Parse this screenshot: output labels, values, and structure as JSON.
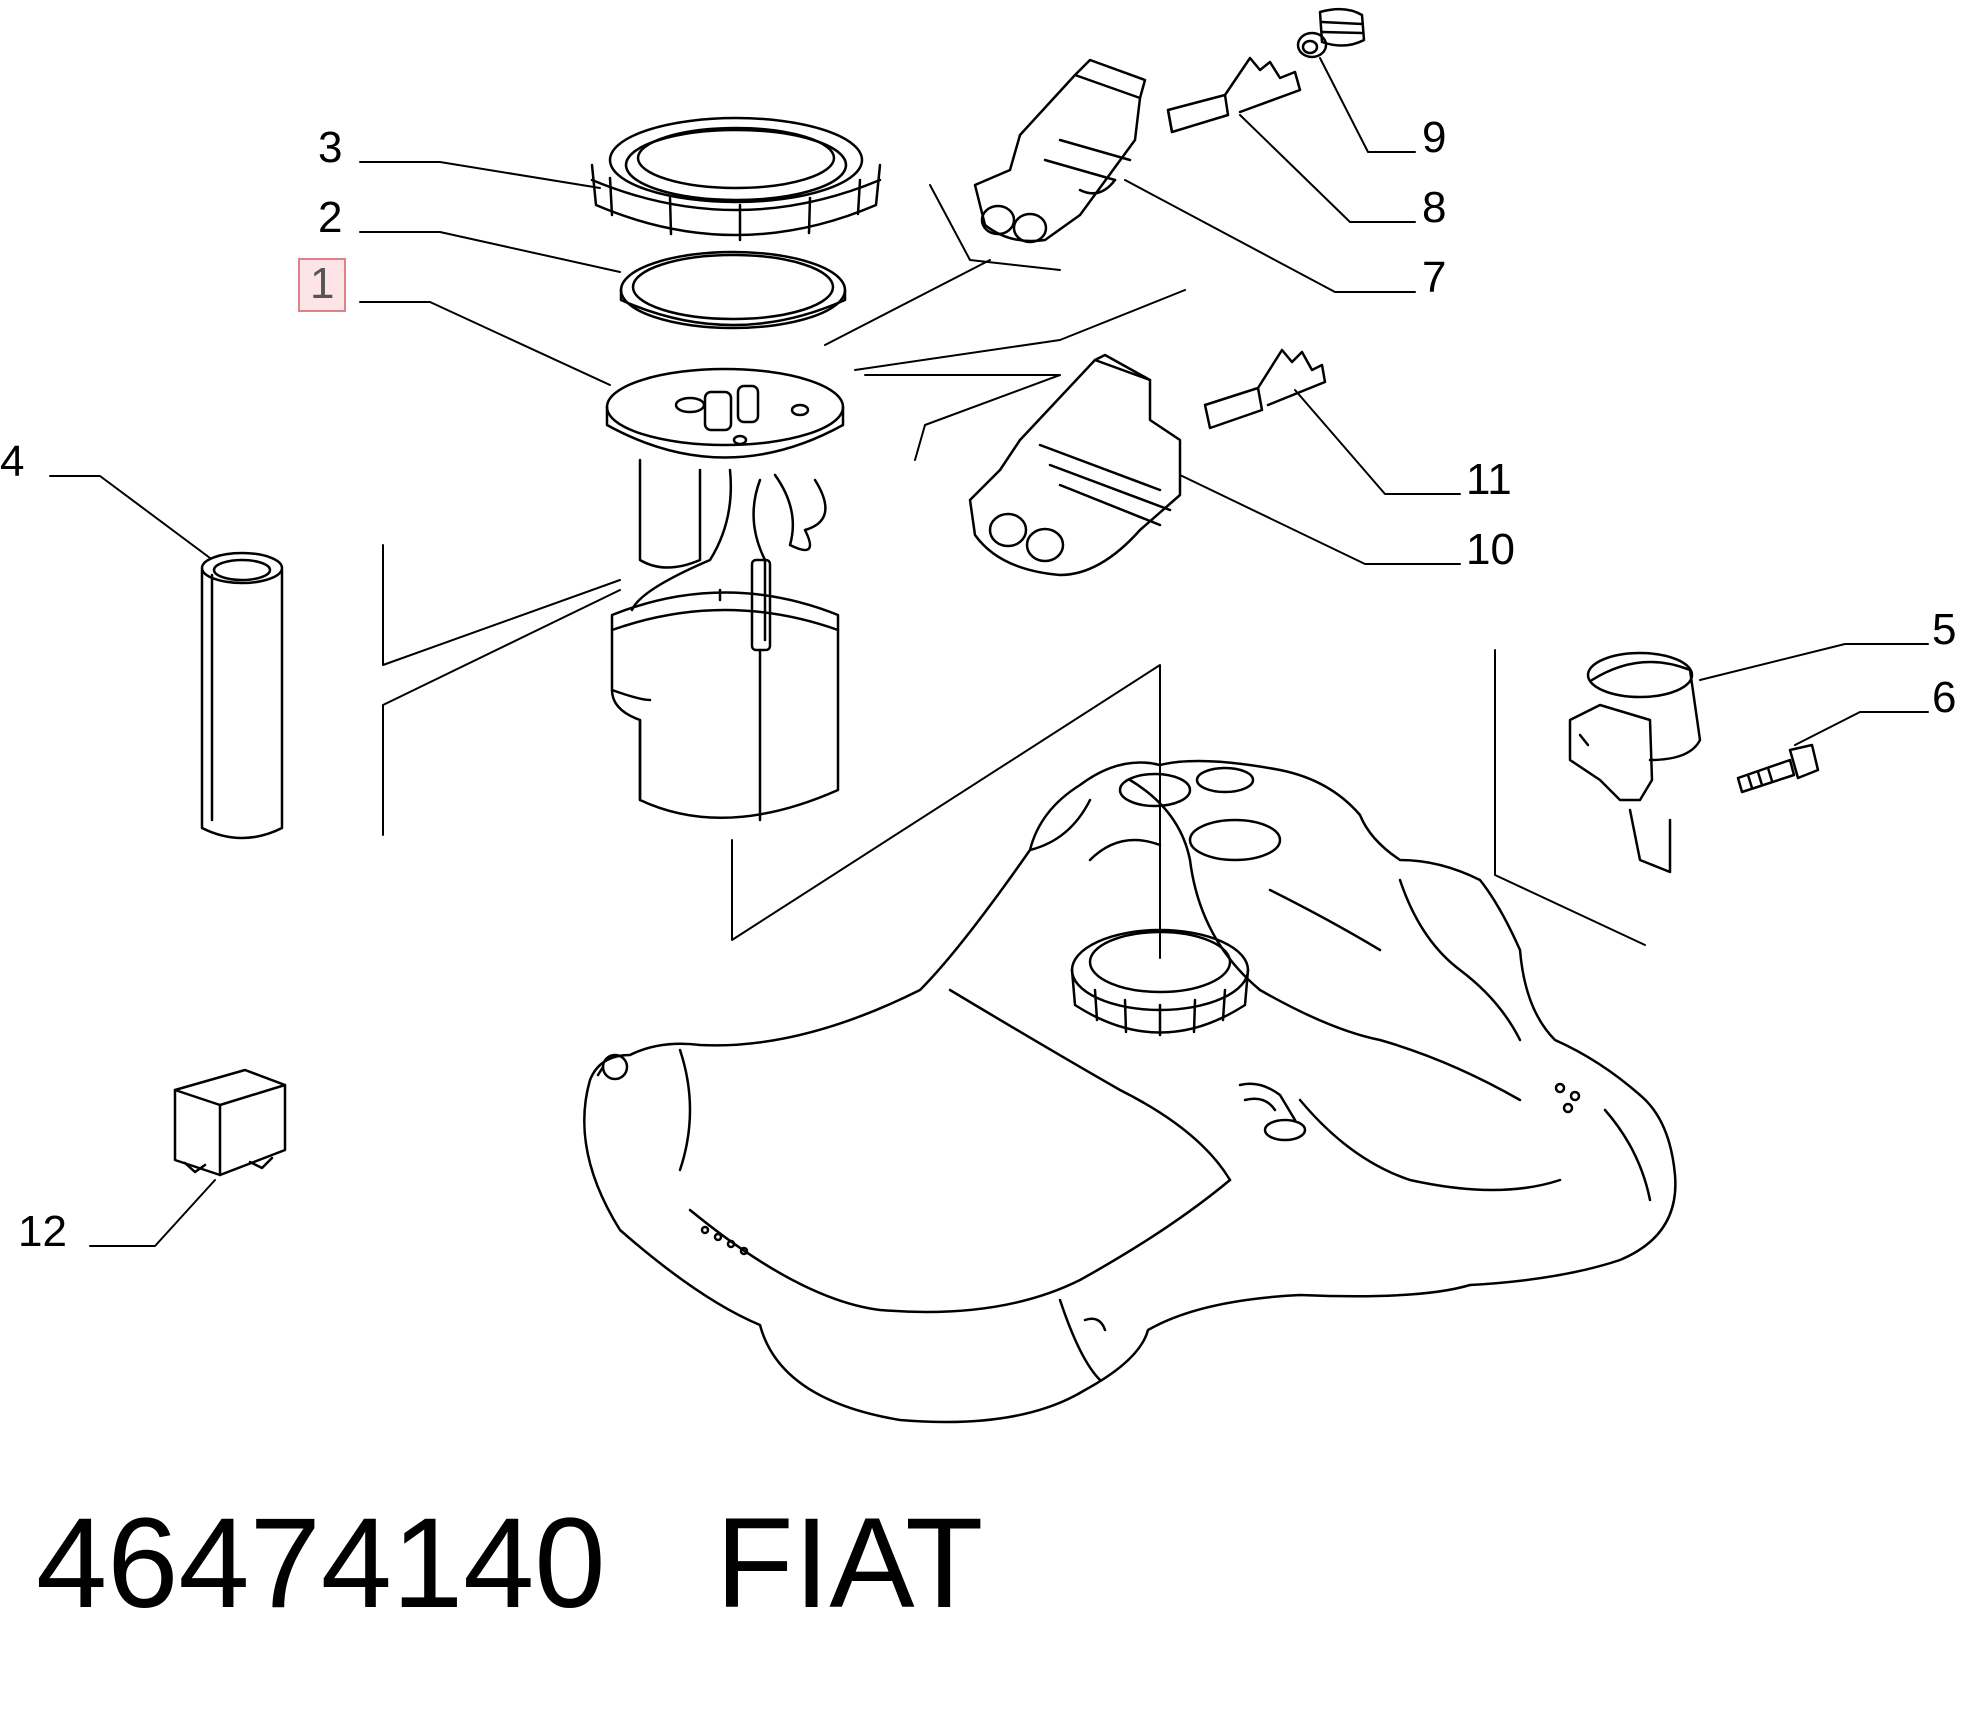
{
  "callouts": {
    "c1": "1",
    "c2": "2",
    "c3": "3",
    "c4": "4",
    "c5": "5",
    "c6": "6",
    "c7": "7",
    "c8": "8",
    "c9": "9",
    "c10": "10",
    "c11": "11",
    "c12": "12"
  },
  "footer": {
    "part_number": "46474140",
    "brand": "FIAT"
  },
  "colors": {
    "line": "#000000",
    "highlight_fill": "#fde4e6",
    "highlight_border": "#e0808a"
  }
}
